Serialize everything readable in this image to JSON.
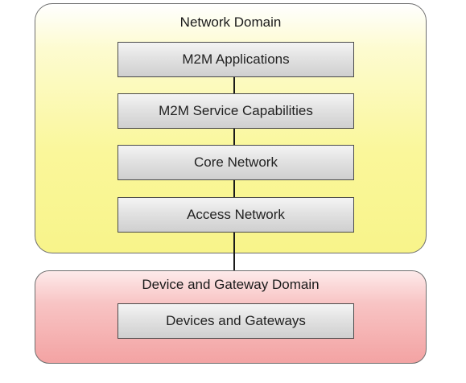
{
  "network_domain": {
    "title": "Network Domain",
    "color": "#faf79a",
    "layers": [
      {
        "label": "M2M Applications"
      },
      {
        "label": "M2M Service Capabilities"
      },
      {
        "label": "Core Network"
      },
      {
        "label": "Access Network"
      }
    ]
  },
  "device_domain": {
    "title": "Device and Gateway Domain",
    "color": "#f3a3a3",
    "layers": [
      {
        "label": "Devices and Gateways"
      }
    ]
  },
  "connections": [
    {
      "from": "M2M Applications",
      "to": "M2M Service Capabilities"
    },
    {
      "from": "M2M Service Capabilities",
      "to": "Core Network"
    },
    {
      "from": "Core Network",
      "to": "Access Network"
    },
    {
      "from": "Access Network",
      "to": "Device and Gateway Domain"
    }
  ]
}
